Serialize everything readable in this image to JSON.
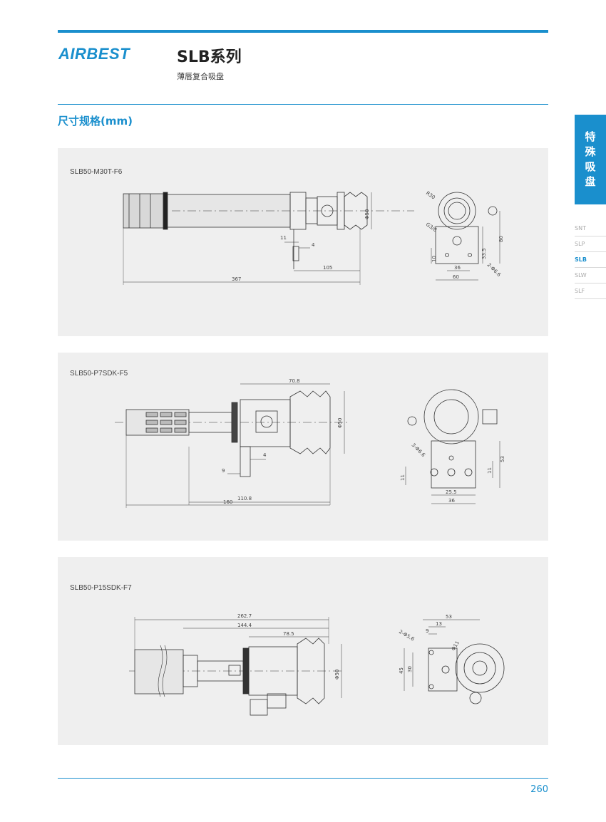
{
  "header": {
    "logo": "AIRBEST",
    "series": "SLB系列",
    "subtitle": "薄唇复合吸盘"
  },
  "section_title": "尺寸规格(mm)",
  "side_tab": [
    "特",
    "殊",
    "吸",
    "盘"
  ],
  "side_nav": [
    "SNT",
    "SLP",
    "SLB",
    "SLW",
    "SLF"
  ],
  "side_nav_active": "SLB",
  "panels": [
    {
      "model": "SLB50-M30T-F6",
      "dims": [
        "11",
        "4",
        "105",
        "367",
        "Φ50",
        "R30",
        "G3/8",
        "80",
        "33.5",
        "10",
        "36",
        "60",
        "2-Φ6.6"
      ]
    },
    {
      "model": "SLB50-P7SDK-F5",
      "dims": [
        "70.8",
        "Φ50",
        "4",
        "9",
        "110.8",
        "160",
        "3-Φ6.6",
        "11",
        "53",
        "11",
        "25.5",
        "36"
      ]
    },
    {
      "model": "SLB50-P15SDK-F7",
      "dims": [
        "262.7",
        "144.4",
        "78.5",
        "Φ50",
        "53",
        "13",
        "9",
        "2-Φ5.6",
        "Φ11",
        "45",
        "30"
      ]
    }
  ],
  "page_number": "260",
  "colors": {
    "accent": "#1a8fcd",
    "panel_bg": "#efefef"
  }
}
